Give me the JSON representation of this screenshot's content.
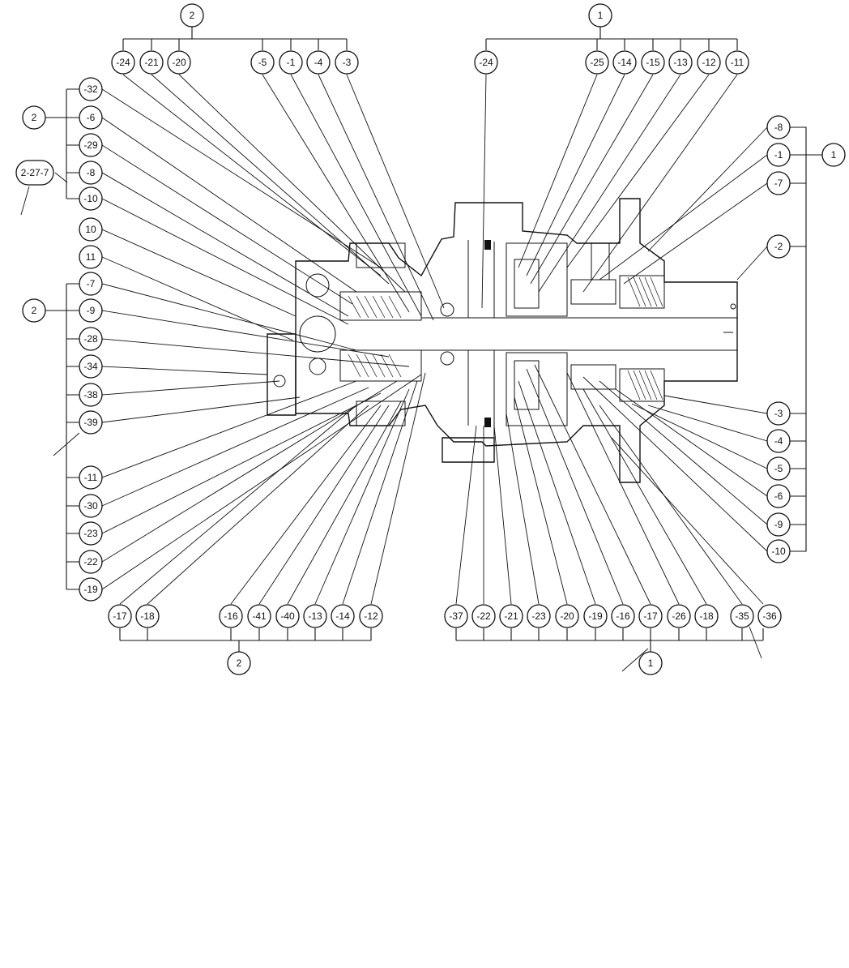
{
  "title": "",
  "groups": {
    "left_top": {
      "parent": "2",
      "items": [
        "-24",
        "-21",
        "-20",
        "-5",
        "-1",
        "-4",
        "-3"
      ]
    },
    "right_top": {
      "parent": "1",
      "items": [
        "-24",
        "-25",
        "-14",
        "-15",
        "-13",
        "-12",
        "-11"
      ]
    },
    "left_upper": {
      "parent": "2",
      "items": [
        "-32",
        "-6",
        "-29",
        "-8",
        "-10"
      ]
    },
    "left_mid": {
      "parent": "2",
      "items": [
        "-7",
        "-9",
        "-28",
        "-34",
        "-38",
        "-39",
        "-11",
        "-30",
        "-23",
        "-22",
        "-19"
      ]
    },
    "left_plain": {
      "items": [
        "10",
        "11"
      ]
    },
    "ref_27": {
      "label": "2-27-7"
    },
    "right_side": {
      "parent": "1",
      "items": [
        "-8",
        "-1",
        "-7",
        "-2",
        "-3",
        "-4",
        "-5",
        "-6",
        "-9",
        "-10"
      ]
    },
    "bottom_left": {
      "parent": "2",
      "items": [
        "-17",
        "-18",
        "-16",
        "-41",
        "-40",
        "-13",
        "-14",
        "-12"
      ]
    },
    "bottom_right": {
      "parent": "1",
      "items": [
        "-37",
        "-22",
        "-21",
        "-23",
        "-20",
        "-19",
        "-16",
        "-17",
        "-26",
        "-18",
        "-35",
        "-36"
      ]
    }
  }
}
